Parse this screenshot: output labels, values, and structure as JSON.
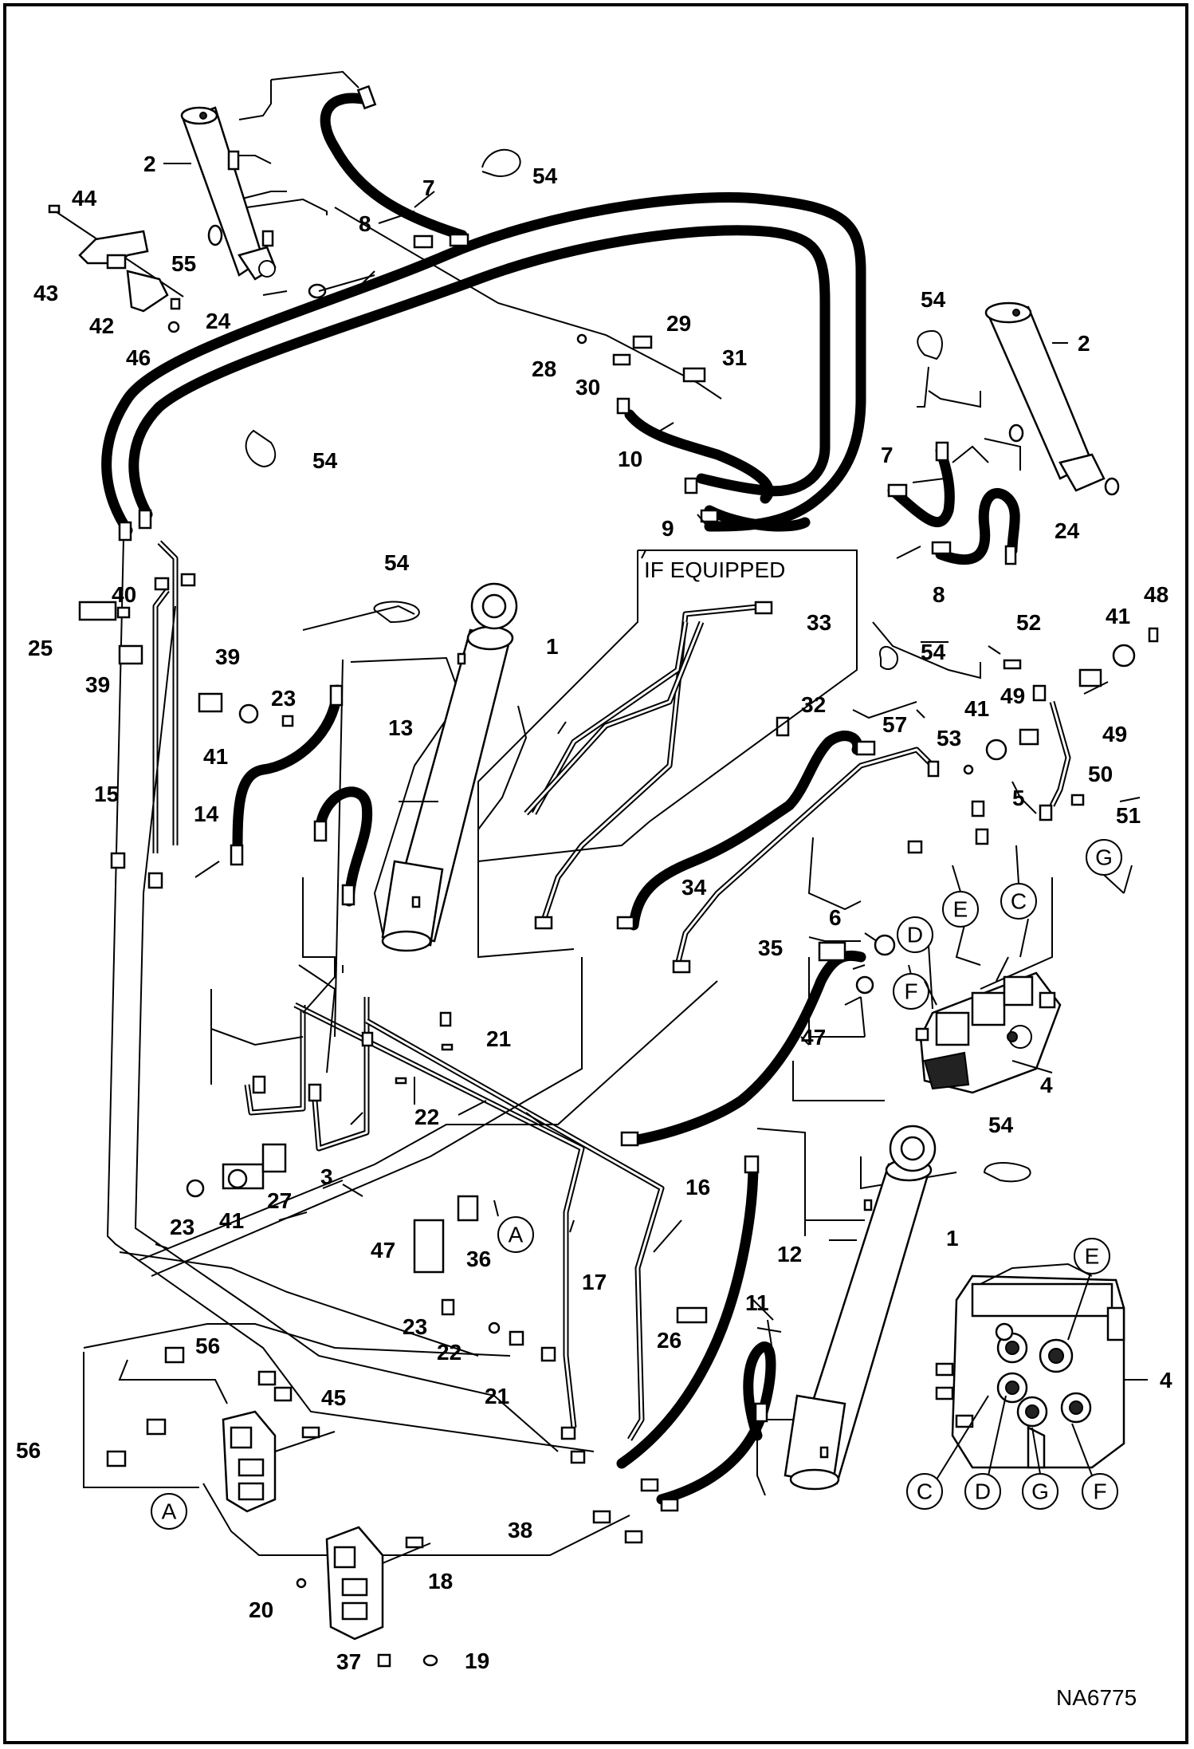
{
  "figure_code": "NA6775",
  "note_if_equipped": "IF EQUIPPED",
  "part_numbers": {
    "p1a": "1",
    "p1b": "1",
    "p2a": "2",
    "p2b": "2",
    "p3": "3",
    "p4a": "4",
    "p4b": "4",
    "p5": "5",
    "p6": "6",
    "p7a": "7",
    "p7b": "7",
    "p8a": "8",
    "p8b": "8",
    "p9": "9",
    "p10": "10",
    "p11": "11",
    "p12": "12",
    "p13": "13",
    "p14": "14",
    "p15": "15",
    "p16": "16",
    "p17": "17",
    "p18": "18",
    "p19": "19",
    "p20": "20",
    "p21a": "21",
    "p21b": "21",
    "p22a": "22",
    "p22b": "22",
    "p23a": "23",
    "p23b": "23",
    "p23c": "23",
    "p24a": "24",
    "p24b": "24",
    "p25": "25",
    "p26": "26",
    "p27": "27",
    "p28": "28",
    "p29": "29",
    "p30": "30",
    "p31": "31",
    "p32": "32",
    "p33": "33",
    "p34": "34",
    "p35": "35",
    "p36": "36",
    "p37": "37",
    "p38": "38",
    "p39a": "39",
    "p39b": "39",
    "p40": "40",
    "p41a": "41",
    "p41b": "41",
    "p41c": "41",
    "p41d": "41",
    "p42": "42",
    "p43": "43",
    "p44": "44",
    "p45": "45",
    "p46": "46",
    "p47a": "47",
    "p47b": "47",
    "p48": "48",
    "p49a": "49",
    "p49b": "49",
    "p50": "50",
    "p51": "51",
    "p52": "52",
    "p53": "53",
    "p54a": "54",
    "p54b": "54",
    "p54c": "54",
    "p54d": "54",
    "p54e": "54",
    "p54f": "54",
    "p55": "55",
    "p56a": "56",
    "p56b": "56",
    "p57": "57"
  },
  "port_letters": {
    "c1": "C",
    "d1": "D",
    "e1": "E",
    "f1": "F",
    "g1": "G",
    "a1": "A",
    "a2": "A",
    "c2": "C",
    "d2": "D",
    "e2": "E",
    "f2": "F",
    "g2": "G"
  }
}
